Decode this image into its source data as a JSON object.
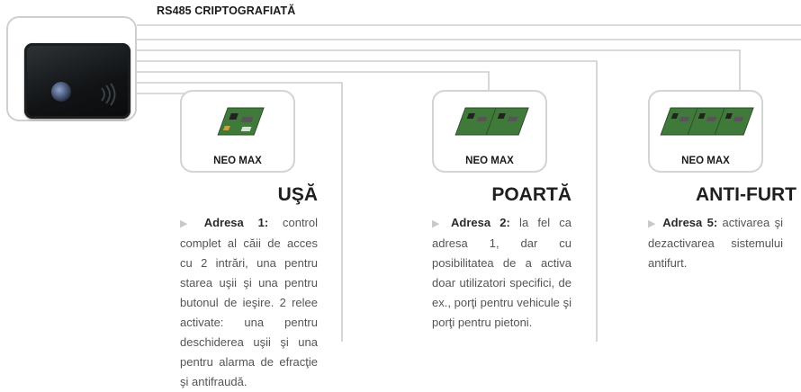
{
  "bus": {
    "label": "RS485 CRIPTOGRAFIATĂ"
  },
  "reader": {
    "tag": "proximity"
  },
  "zones": [
    {
      "module": "NEO MAX",
      "boards": 1,
      "title": "UŞĂ",
      "address": "Adresa 1:",
      "text": "  control complet al căii de acces cu 2 intrări, una pentru starea uşii şi una pentru butonul de ieşire. 2 relee activate: una pentru deschiderea uşii şi una pentru alarma de efracţie şi antifraudă."
    },
    {
      "module": "NEO MAX",
      "boards": 2,
      "title": "POARTĂ",
      "address": "Adresa 2:",
      "text": " la fel ca adresa 1, dar cu posibilitatea de a activa doar utilizatori specifici, de ex., porţi pentru vehicule şi porţi pentru pietoni."
    },
    {
      "module": "NEO MAX",
      "boards": 3,
      "title": "ANTI-FURT",
      "address": "Adresa 5:",
      "text": " activarea şi dezactivarea sistemului antifurt."
    }
  ],
  "colors": {
    "wire": "#cdcdcd",
    "board": "#3f7a3a",
    "card_border": "#d3d3d3"
  }
}
